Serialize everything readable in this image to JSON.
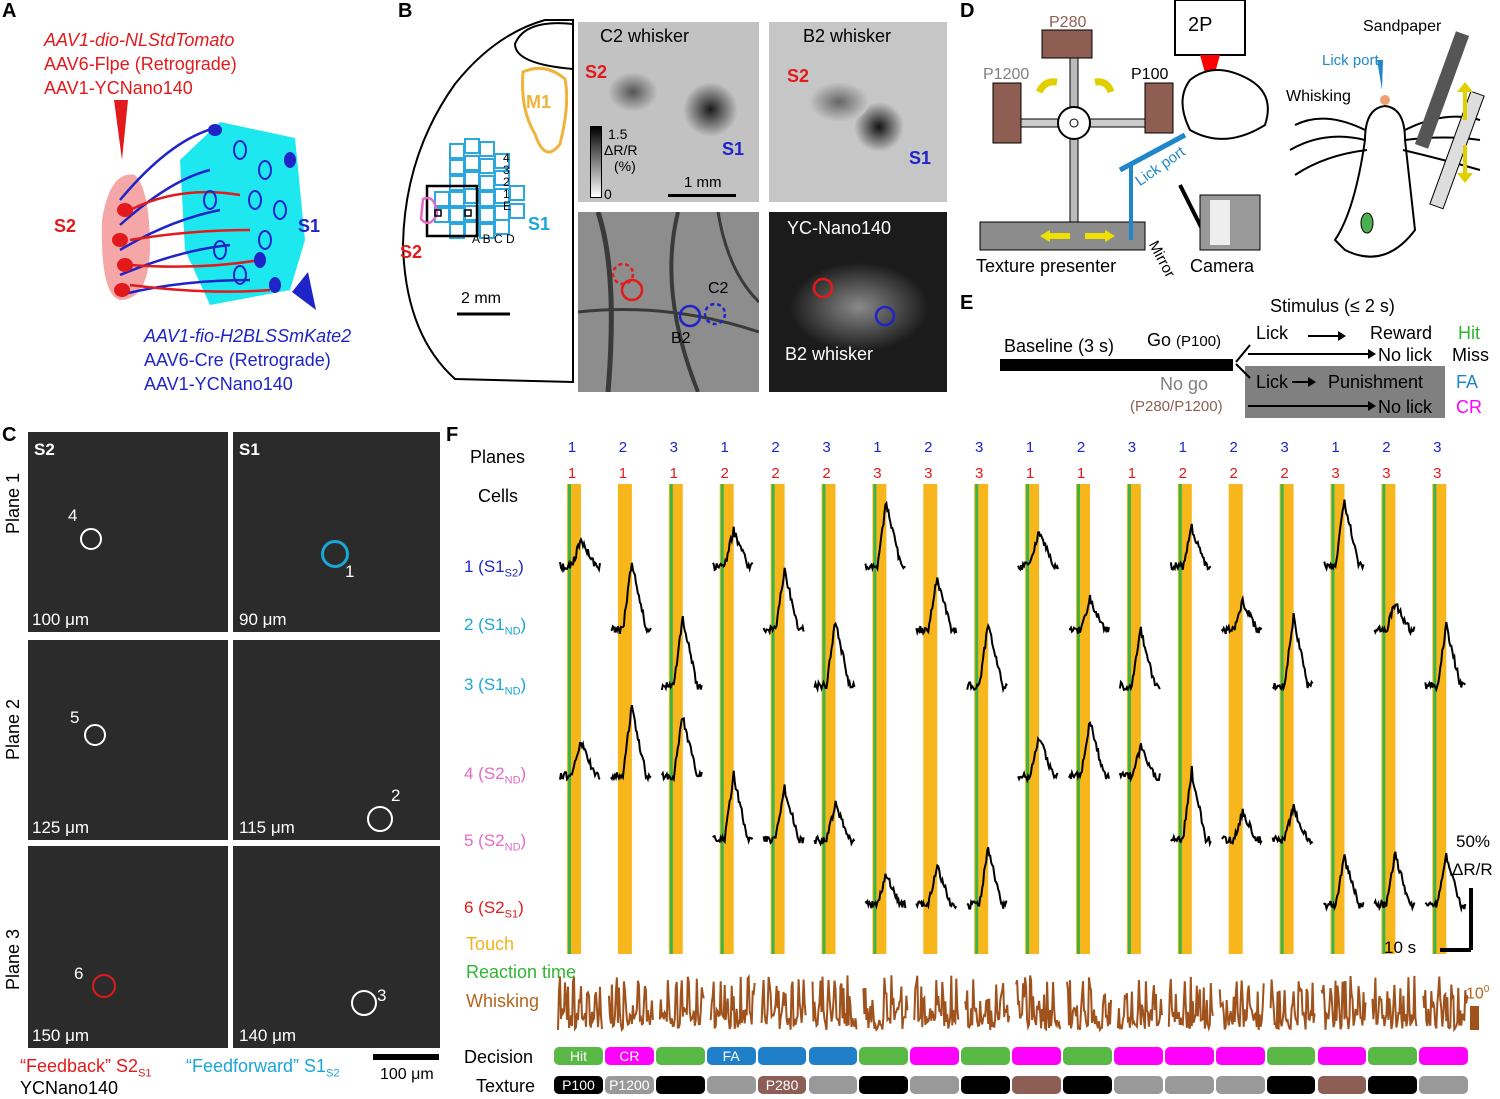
{
  "panels": {
    "a": "A",
    "b": "B",
    "c": "C",
    "d": "D",
    "e": "E",
    "f": "F"
  },
  "panel_a": {
    "top_lines": [
      "AAV1-dio-NLStdTomato",
      "AAV6-Flpe (Retrograde)",
      "AAV1-YCNano140"
    ],
    "s2": "S2",
    "s1": "S1",
    "bottom_lines": [
      "AAV1-fio-H2BLSSmKate2",
      "AAV6-Cre (Retrograde)",
      "AAV1-YCNano140"
    ]
  },
  "panel_b": {
    "m1": "M1",
    "s1": "S1",
    "s2": "S2",
    "scale": "2 mm",
    "rows": "4 3 2 1 E",
    "arcs": "A B C D",
    "c2_title": "C2 whisker",
    "b2_title": "B2 whisker",
    "s2_label": "S2",
    "s1_label": "S1",
    "colorbar_top": "1.5",
    "colorbar_unit": "ΔR/R",
    "colorbar_pct": "(%)",
    "colorbar_bottom": "0",
    "scale_1mm": "1 mm",
    "c2_circle": "C2",
    "b2_circle": "B2",
    "yc_title": "YC-Nano140",
    "yc_bottom": "B2 whisker"
  },
  "panel_c": {
    "col_s2": "S2",
    "col_s1": "S1",
    "planes": [
      "Plane 1",
      "Plane 2",
      "Plane 3"
    ],
    "depths_s2": [
      "100 μm",
      "125 μm",
      "150 μm"
    ],
    "depths_s1": [
      "90 μm",
      "115 μm",
      "140 μm"
    ],
    "cells_s2": [
      "4",
      "5",
      "6"
    ],
    "cells_s1": [
      "1",
      "2",
      "3"
    ],
    "legend_feedback": "“Feedback” S2",
    "legend_feedback_sub": "S1",
    "legend_feedforward": "“Feedforward” S1",
    "legend_feedforward_sub": "S2",
    "legend_yc": "YCNano140",
    "scale": "100 μm"
  },
  "panel_d": {
    "p280": "P280",
    "p100": "P100",
    "p1200": "P1200",
    "two_p": "2P",
    "lick_port": "Lick port",
    "mirror": "Mirror",
    "texture_presenter": "Texture presenter",
    "camera": "Camera",
    "sandpaper": "Sandpaper",
    "lick_port_right": "Lick port",
    "whisking": "Whisking"
  },
  "panel_e": {
    "stimulus": "Stimulus (≤ 2 s)",
    "baseline": "Baseline (3 s)",
    "go": "Go",
    "go_tex": "(P100)",
    "nogo": "No go",
    "nogo_tex": "(P280/P1200)",
    "lick1": "Lick",
    "reward": "Reward",
    "nolick1": "No lick",
    "lick2": "Lick",
    "punishment": "Punishment",
    "nolick2": "No lick",
    "hit": "Hit",
    "miss": "Miss",
    "fa": "FA",
    "cr": "CR"
  },
  "panel_f": {
    "planes_label": "Planes",
    "cells_label": "Cells",
    "plane_s1_row": [
      "1",
      "2",
      "3",
      "1",
      "2",
      "3",
      "1",
      "2",
      "3",
      "1",
      "2",
      "3",
      "1",
      "2",
      "3",
      "1",
      "2",
      "3"
    ],
    "plane_s2_row": [
      "1",
      "1",
      "1",
      "2",
      "2",
      "2",
      "3",
      "3",
      "3",
      "1",
      "1",
      "1",
      "2",
      "2",
      "2",
      "3",
      "3",
      "3"
    ],
    "cell_labels": [
      {
        "main": "1 (S1",
        "sub": "S2",
        "end": ")"
      },
      {
        "main": "2 (S1",
        "sub": "ND",
        "end": ")"
      },
      {
        "main": "3 (S1",
        "sub": "ND",
        "end": ")"
      },
      {
        "main": "4 (S2",
        "sub": "ND",
        "end": ")"
      },
      {
        "main": "5 (S2",
        "sub": "ND",
        "end": ")"
      },
      {
        "main": "6 (S2",
        "sub": "S1",
        "end": ")"
      }
    ],
    "legend_touch": "Touch",
    "legend_rt": "Reaction time",
    "legend_whisking": "Whisking",
    "scale_pct": "50%",
    "scale_unit": "ΔR/R",
    "scale_time": "10 s",
    "whisk_scale": "10",
    "whisk_scale_exp": "0",
    "decision_label": "Decision",
    "texture_label": "Texture",
    "decisions": [
      "Hit",
      "CR",
      "",
      "FA",
      "",
      "",
      "",
      "",
      "",
      "",
      "",
      "",
      "",
      "",
      "",
      "",
      "",
      ""
    ],
    "decision_types": [
      "hit",
      "cr",
      "hit",
      "fa",
      "fa",
      "fa",
      "hit",
      "cr",
      "hit",
      "cr",
      "hit",
      "cr",
      "cr",
      "cr",
      "hit",
      "cr",
      "hit",
      "cr"
    ],
    "textures": [
      "P100",
      "P1200",
      "",
      "",
      "P280",
      "",
      "",
      "",
      "",
      "",
      "",
      "",
      "",
      "",
      "",
      "",
      "",
      ""
    ],
    "texture_types": [
      "p100",
      "p1200",
      "p100",
      "p1200",
      "p280",
      "p1200",
      "p100",
      "p1200",
      "p100",
      "p280",
      "p100",
      "p1200",
      "p1200",
      "p1200",
      "p100",
      "p280",
      "p100",
      "p1200"
    ],
    "colors": {
      "hit": "#5ab946",
      "cr": "#ff00ff",
      "fa": "#1f7fc9",
      "p100": "#000000",
      "p1200": "#999999",
      "p280": "#8c5e55",
      "touch": "#f7b61c",
      "reaction": "#3bb54a",
      "whisk": "#a0521d"
    }
  }
}
